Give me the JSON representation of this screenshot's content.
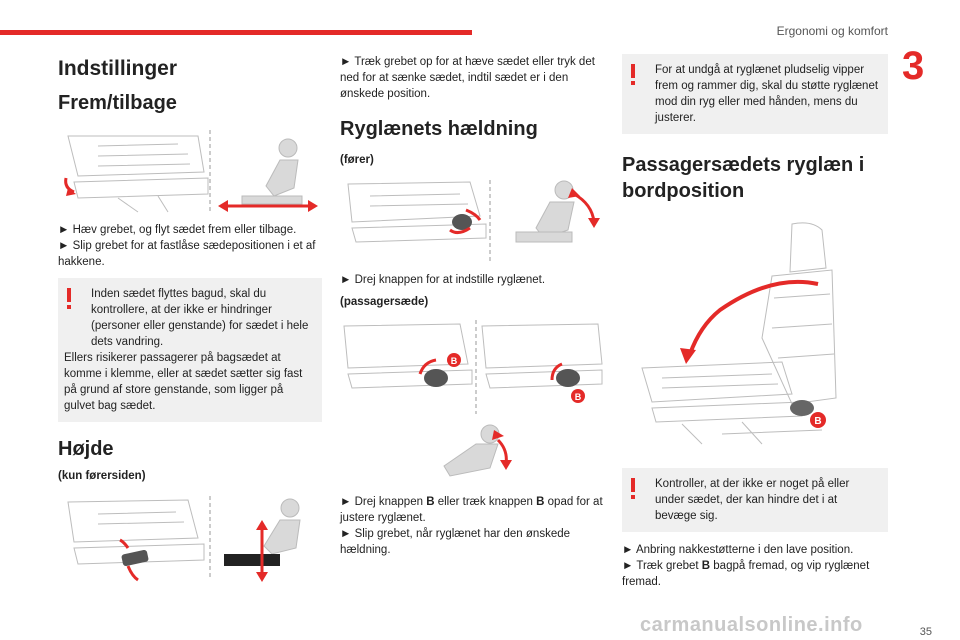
{
  "header": {
    "title": "Ergonomi og komfort",
    "chapter": "3"
  },
  "page_number": "35",
  "watermark": "carmanualsonline.info",
  "col1": {
    "h_main": "Indstillinger",
    "h_frem": "Frem/tilbage",
    "frem_text_1": "► Hæv grebet, og flyt sædet frem eller tilbage.",
    "frem_text_2": "► Slip grebet for at fastlåse sædepositionen i et af hakkene.",
    "warning_1": "Inden sædet flyttes bagud, skal du kontrollere, at der ikke er hindringer (personer eller genstande) for sædet i hele dets vandring.",
    "warning_2": "Ellers risikerer passagerer på bagsædet at komme i klemme, eller at sædet sætter sig fast på grund af store genstande, som ligger på gulvet bag sædet.",
    "h_hojde": "Højde",
    "hojde_sub": "(kun førersiden)"
  },
  "col2": {
    "intro": "► Træk grebet op for at hæve sædet eller tryk det ned for at sænke sædet, indtil sædet er i den ønskede position.",
    "h_ryg": "Ryglænets hældning",
    "forer": "(fører)",
    "drej_text": "► Drej knappen for at indstille ryglænet.",
    "passager": "(passagersæde)",
    "b_label": "B",
    "drej_b_pre": "► Drej knappen ",
    "drej_b_mid": " eller træk knappen ",
    "drej_b_post": " opad for at justere ryglænet.",
    "slip_text": "► Slip grebet, når ryglænet har den ønskede hældning."
  },
  "col3": {
    "warning": "For at undgå at ryglænet pludselig vipper frem og rammer dig, skal du støtte ryglænet mod din ryg eller med hånden, mens du justerer.",
    "h_pass": "Passagersædets ryglæn i bordposition",
    "b_label": "B",
    "warning_2": "Kontroller, at der ikke er noget på eller under sædet, der kan hindre det i at bevæge sig.",
    "step_1": "► Anbring nakkestøtterne i den lave position.",
    "step_2_pre": "► Træk grebet ",
    "step_2_post": " bagpå fremad, og vip ryglænet fremad."
  },
  "colors": {
    "accent": "#e42a28",
    "warn_bg": "#f0f0f0"
  }
}
